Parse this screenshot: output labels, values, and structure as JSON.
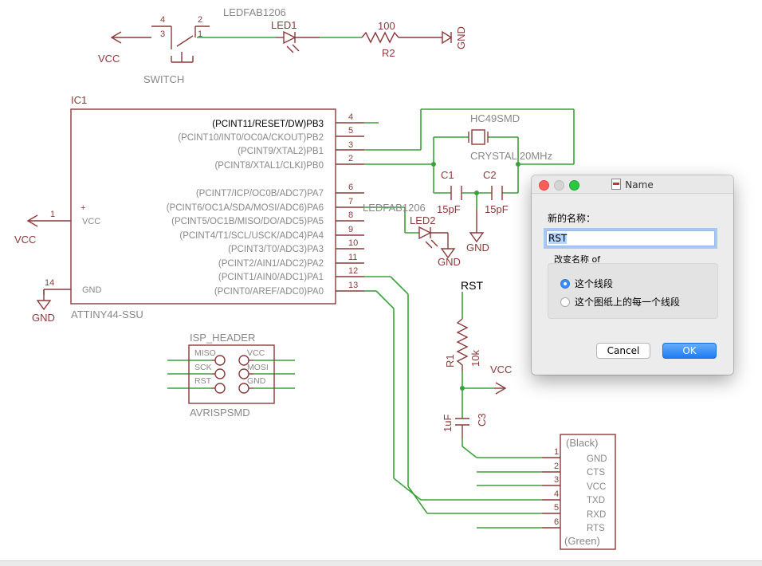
{
  "schematic": {
    "top": {
      "led_part": "LEDFAB1206",
      "led_name": "LED1",
      "r_value": "100",
      "r_name": "R2",
      "gnd": "GND",
      "vcc": "VCC",
      "switch_label": "SWITCH",
      "switch_pins": [
        "4",
        "3",
        "2",
        "1"
      ]
    },
    "ic": {
      "name": "IC1",
      "part": "ATTINY44-SSU",
      "vcc_label": "VCC",
      "gnd_label": "GND",
      "plus": "+",
      "vcc_pin": "1",
      "gnd_pin": "14",
      "vcc_net": "VCC",
      "gnd_net": "GND",
      "pins": [
        {
          "label": "(PCINT11/RESET/DW)PB3",
          "num": "4"
        },
        {
          "label": "",
          "num": "5"
        },
        {
          "label": "(PCINT10/INT0/OC0A/CKOUT)PB2",
          "num": "5"
        },
        {
          "label": "(PCINT9/XTAL2)PB1",
          "num": "3"
        },
        {
          "label": "(PCINT8/XTAL1/CLKI)PB0",
          "num": "2"
        },
        {
          "label": "(PCINT7/ICP/OC0B/ADC7)PA7",
          "num": "6"
        },
        {
          "label": "(PCINT6/OC1A/SDA/MOSI/ADC6)PA6",
          "num": "7"
        },
        {
          "label": "(PCINT5/OC1B/MISO/DO/ADC5)PA5",
          "num": "8"
        },
        {
          "label": "(PCINT4/T1/SCL/USCK/ADC4)PA4",
          "num": "9"
        },
        {
          "label": "(PCINT3/T0/ADC3)PA3",
          "num": "10"
        },
        {
          "label": "(PCINT2/AIN1/ADC2)PA2",
          "num": "11"
        },
        {
          "label": "(PCINT1/AIN0/ADC1)PA1",
          "num": "12"
        },
        {
          "label": "(PCINT0/AREF/ADC0)PA0",
          "num": "13"
        }
      ]
    },
    "crystal": {
      "name": "HC49SMD",
      "value": "CRYSTAL 20MHz",
      "c1_name": "C1",
      "c1_value": "15pF",
      "c2_name": "C2",
      "c2_value": "15pF",
      "gnd": "GND"
    },
    "led2": {
      "part": "LEDFAB1206",
      "name": "LED2",
      "gnd": "GND"
    },
    "reset": {
      "net": "RST",
      "r_name": "R1",
      "r_value": "10k",
      "vcc": "VCC",
      "c_value": "1uF",
      "c_name": "C3"
    },
    "isp": {
      "title": "ISP_HEADER",
      "part": "AVRISPSMD",
      "left_labels": [
        "MISO",
        "SCK",
        "RST"
      ],
      "right_labels": [
        "VCC",
        "MOSI",
        "GND"
      ]
    },
    "ftdi": {
      "top": "(Black)",
      "bottom": "(Green)",
      "pins": [
        {
          "num": "1",
          "label": "GND"
        },
        {
          "num": "2",
          "label": "CTS"
        },
        {
          "num": "3",
          "label": "VCC"
        },
        {
          "num": "4",
          "label": "TXD"
        },
        {
          "num": "5",
          "label": "RXD"
        },
        {
          "num": "6",
          "label": "RTS"
        }
      ]
    }
  },
  "dialog": {
    "title": "Name",
    "new_name_label": "新的名称：",
    "name_value": "RST",
    "change_label": "改变名称 of",
    "options": [
      "这个线段",
      "这个图纸上的每一个线段"
    ],
    "selected_index": 0,
    "cancel_label": "Cancel",
    "ok_label": "OK"
  },
  "colors": {
    "wire": "#3aa13a",
    "symbol": "#8b3a3a",
    "pin_text": "#8b3a3a",
    "label_gray": "#888888",
    "accent": "#3b8df7"
  }
}
